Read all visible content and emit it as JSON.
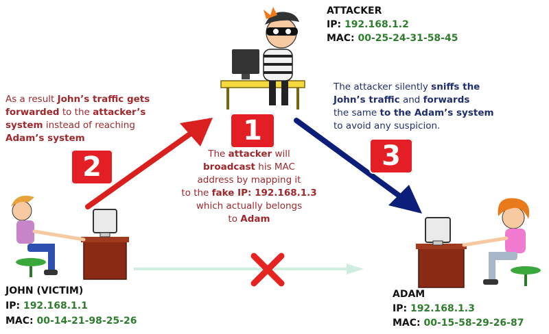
{
  "attacker": {
    "title": "ATTACKER",
    "ip_label": "IP:",
    "ip": "192.168.1.2",
    "mac_label": "MAC:",
    "mac": "00-25-24-31-58-45"
  },
  "victim": {
    "title": "JOHN (VICTIM)",
    "ip_label": "IP:",
    "ip": "192.168.1.1",
    "mac_label": "MAC:",
    "mac": "00-14-21-98-25-26"
  },
  "target": {
    "title": "ADAM",
    "ip_label": "IP:",
    "ip": "192.168.1.3",
    "mac_label": "MAC:",
    "mac": "00-15-58-29-26-87"
  },
  "steps": [
    {
      "number": "1"
    },
    {
      "number": "2"
    },
    {
      "number": "3"
    }
  ],
  "notes": {
    "step2": {
      "p1": "As a result ",
      "b1": "John’s traffic gets",
      "b2": "forwarded",
      "p2": " to the ",
      "b3": "attacker’s",
      "b4": "system",
      "p3": " instead of reaching",
      "b5": "Adam’s system"
    },
    "step1": {
      "p1": "The ",
      "b1": "attacker",
      "p2": " will",
      "b2": "broadcast",
      "p3": " his MAC",
      "l3": "address by mapping it",
      "p4": "to the ",
      "b3": "fake IP: 192.168.1.3",
      "l5": "which actually belongs",
      "p6": "to ",
      "b4": "Adam"
    },
    "step3": {
      "p1": "The attacker silently ",
      "b1": "sniffs the",
      "b2": "John’s traffic",
      "p2": " and ",
      "b3": "forwards",
      "p3": "the same ",
      "b4": "to the Adam’s system",
      "l4": "to avoid any suspicion."
    }
  },
  "colors": {
    "badge": "#e31e24",
    "arrow_red": "#d9201f",
    "arrow_blue": "#0b1f7a",
    "blocked_line": "#c8eedd",
    "cross": "#e52320",
    "value_green": "#2e7d2e"
  }
}
